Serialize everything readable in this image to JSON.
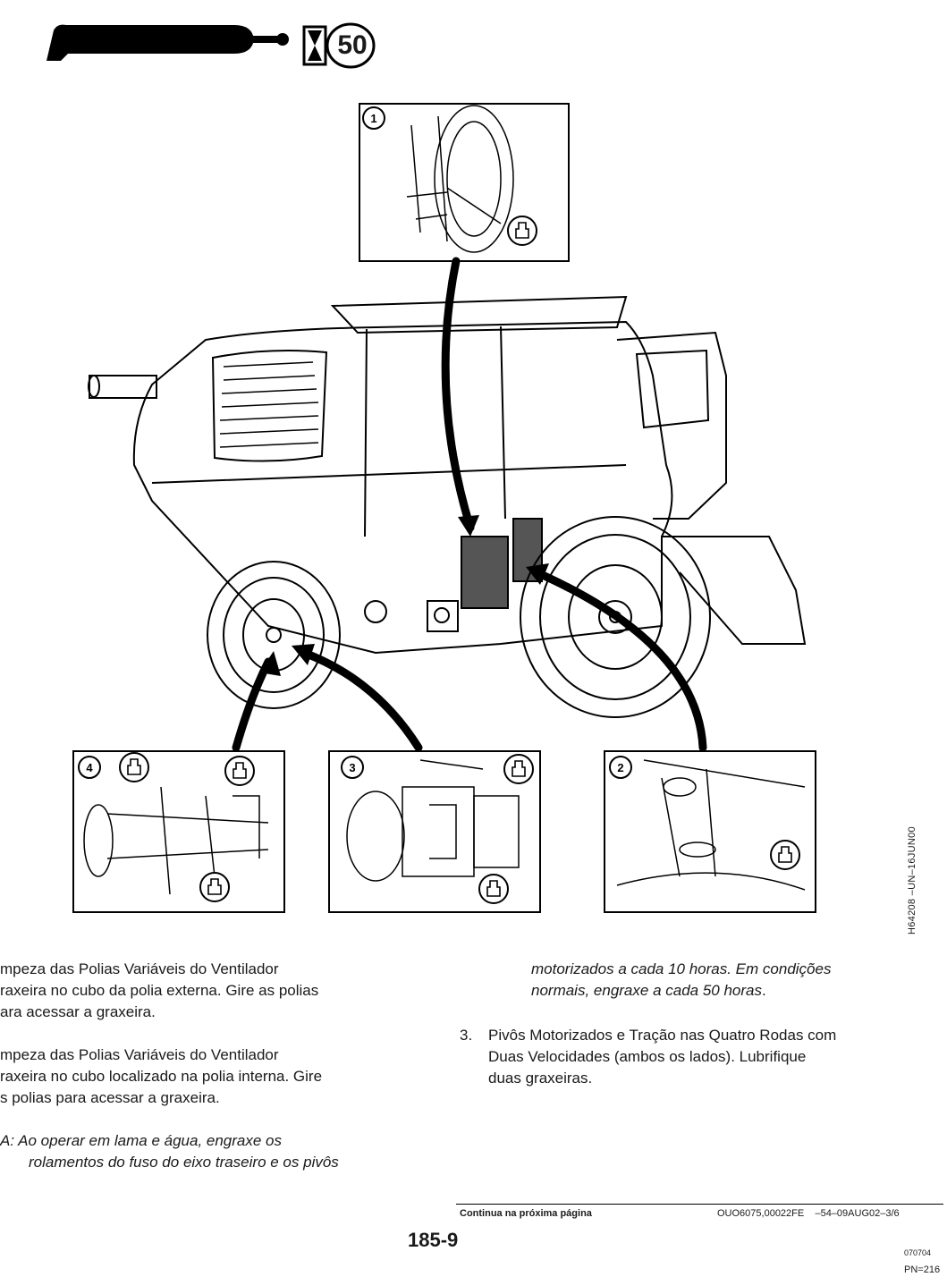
{
  "header": {
    "interval_icon": "hourglass-icon",
    "interval_hours": "50"
  },
  "illustration": {
    "callouts": [
      "1",
      "2",
      "3",
      "4"
    ],
    "fitting_icon": "grease-fitting-icon",
    "image_code": "H64208   –UN–16JUN00"
  },
  "text": {
    "left": {
      "item1_line1": "mpeza das Polias Variáveis do Ventilador",
      "item1_line2": "raxeira no cubo da polia externa. Gire as polias",
      "item1_line3": "ara acessar a graxeira.",
      "item2_line1": "mpeza das Polias Variáveis do Ventilador",
      "item2_line2": "raxeira no cubo localizado na polia interna. Gire",
      "item2_line3": "s polias para acessar a graxeira.",
      "note_line1": "A:  Ao operar em lama e água, engraxe os",
      "note_line2": "rolamentos do fuso do eixo traseiro e os pivôs"
    },
    "right": {
      "note_line3": "motorizados a cada 10 horas. Em condições",
      "note_line4_pre": "normais, engraxe a cada 50 horas",
      "note_line4_end": ".",
      "item3_number": "3.",
      "item3_line1": "Pivôs Motorizados e Tração nas Quatro Rodas com",
      "item3_line2": "Duas Velocidades (ambos os lados). Lubrifique",
      "item3_line3": "duas graxeiras."
    }
  },
  "footer": {
    "continued": "Continua na próxima página",
    "reference": "OUO6075,00022FE    –54–09AUG02–3/6",
    "page_number": "185-9",
    "date_code": "070704",
    "pn": "PN=216"
  }
}
